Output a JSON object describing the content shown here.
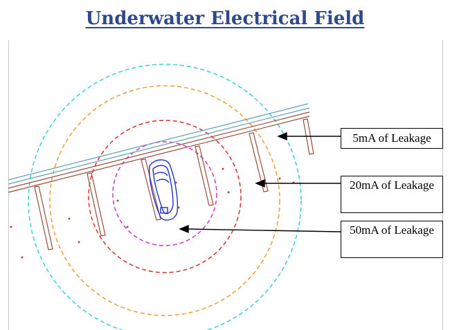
{
  "title": "Underwater Electrical Field",
  "labels": {
    "leak_5": "5mA of Leakage",
    "leak_20": "20mA of Leakage",
    "leak_50": "50mA of Leakage"
  },
  "colors": {
    "title": "#2f4a8a",
    "ring_5ma": "#40d0e0",
    "ring_outer_orange": "#f0a040",
    "ring_20ma": "#d83a3a",
    "ring_50ma": "#d040d0",
    "dock": "#9a4a3a",
    "dock_rail": "#5aa0b0",
    "boat": "#2030c0"
  }
}
